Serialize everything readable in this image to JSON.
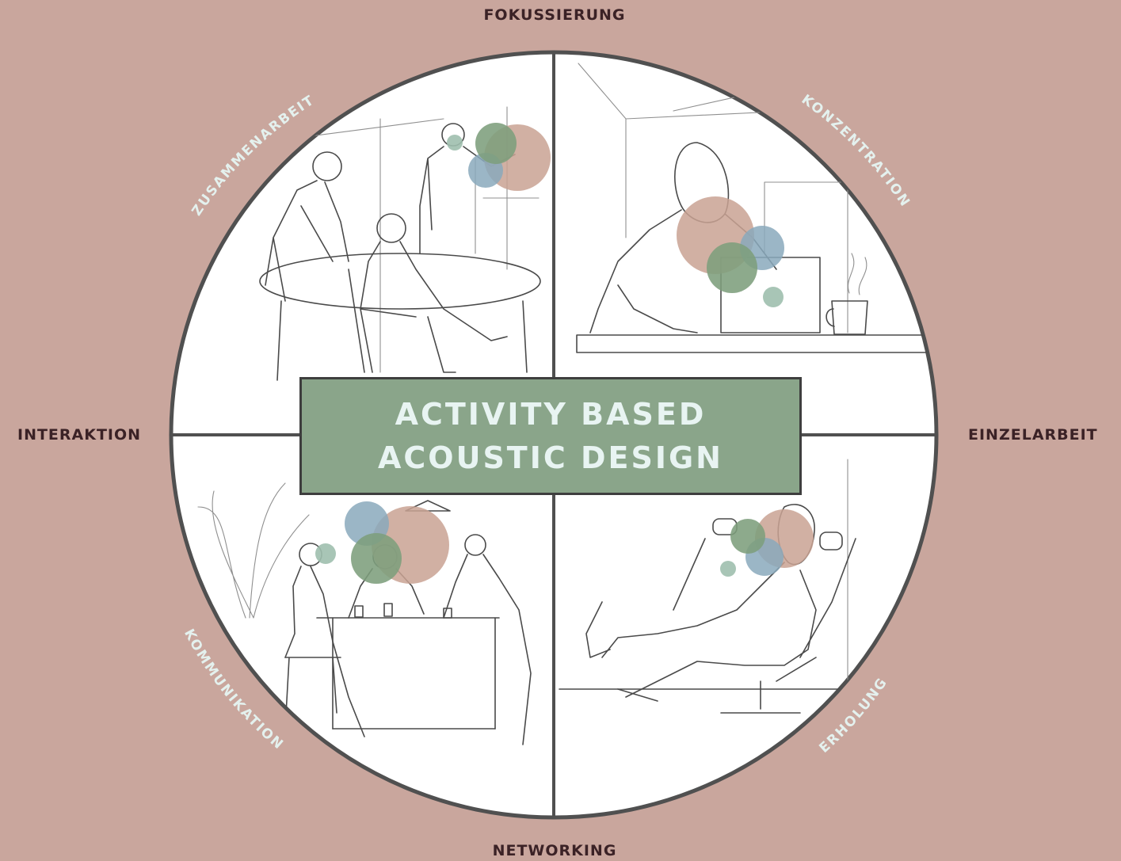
{
  "axis_labels": {
    "top": "FOKUSSIERUNG",
    "bottom": "NETWORKING",
    "left": "INTERAKTION",
    "right": "EINZELARBEIT"
  },
  "center_title": {
    "line1": "ACTIVITY BASED",
    "line2": "ACOUSTIC DESIGN"
  },
  "quadrant_labels": {
    "top_left": "ZUSAMMENARBEIT",
    "top_right": "KONZENTRATION",
    "bottom_left": "KOMMUNIKATION",
    "bottom_right": "ERHOLUNG"
  },
  "colors": {
    "background": "#c9a69d",
    "circle_fill": "#ffffff",
    "axis_label_text": "#3b2226",
    "center_box": "#8aa58a",
    "center_text": "#e8f4f2",
    "quadrant_label_text": "#e4f1ee",
    "bubble_rose": "#c9a293",
    "bubble_green": "#7d9e7c",
    "bubble_blue": "#8aa9bc",
    "bubble_mint": "#9fbfae"
  }
}
